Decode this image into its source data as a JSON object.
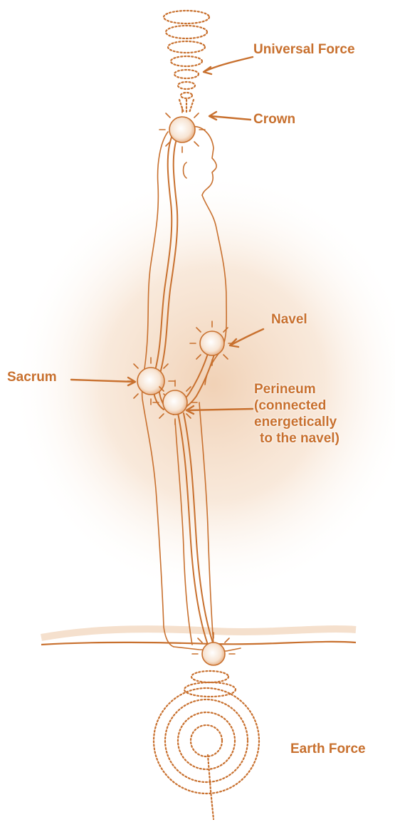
{
  "labels": {
    "universal_force": "Universal Force",
    "crown": "Crown",
    "navel": "Navel",
    "sacrum": "Sacrum",
    "perineum_lines": [
      "Perineum",
      "(connected",
      "energetically",
      "to the navel)"
    ],
    "earth_force": "Earth Force"
  },
  "colors": {
    "line": "#c8702e",
    "glow": "#f3d8c0",
    "center_fill": "#f7e4d3"
  }
}
